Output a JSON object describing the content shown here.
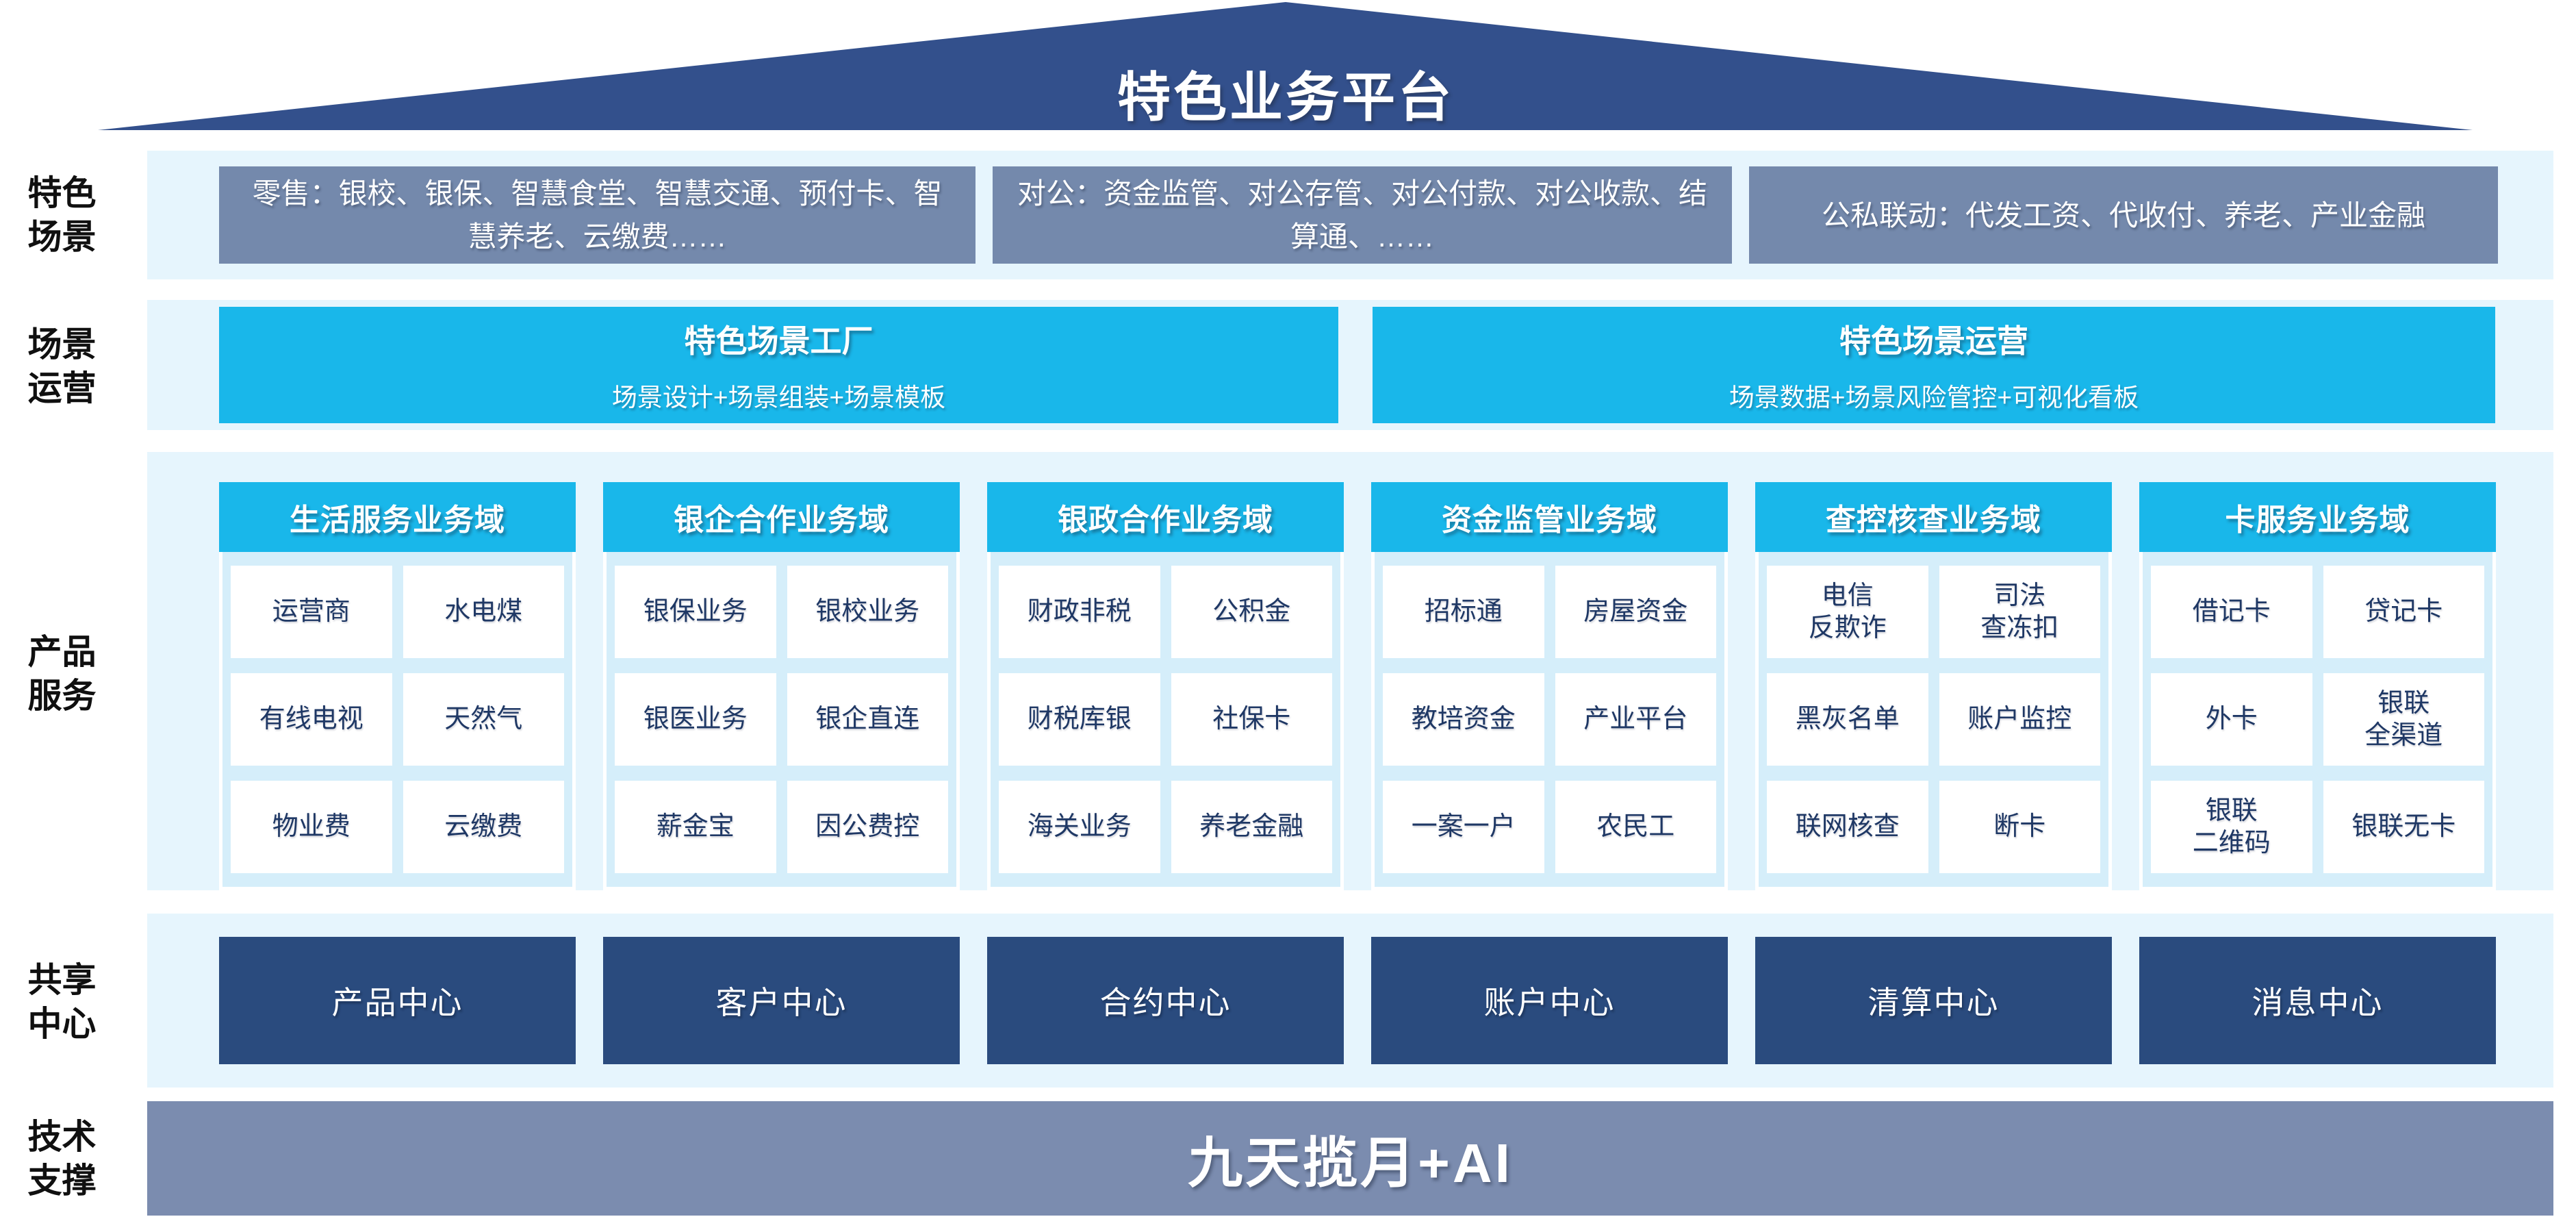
{
  "roof": {
    "title": "特色业务平台"
  },
  "side_labels": {
    "scenes": "特色\n场景",
    "operations": "场景\n运营",
    "products": "产品\n服务",
    "shared": "共享\n中心",
    "tech": "技术\n支撑"
  },
  "scenario_row": {
    "retail": "零售：银校、银保、智慧食堂、智慧交通、预付卡、智慧养老、云缴费……",
    "corporate": "对公：资金监管、对公存管、对公付款、对公收款、结算通、……",
    "linkage": "公私联动：代发工资、代收付、养老、产业金融"
  },
  "operation_row": {
    "factory": {
      "title": "特色场景工厂",
      "subtitle": "场景设计+场景组装+场景模板"
    },
    "operation": {
      "title": "特色场景运营",
      "subtitle": "场景数据+场景风险管控+可视化看板"
    }
  },
  "product_row": {
    "columns": [
      {
        "header": "生活服务业务域",
        "cells": [
          "运营商",
          "水电煤",
          "有线电视",
          "天然气",
          "物业费",
          "云缴费"
        ]
      },
      {
        "header": "银企合作业务域",
        "cells": [
          "银保业务",
          "银校业务",
          "银医业务",
          "银企直连",
          "薪金宝",
          "因公费控"
        ]
      },
      {
        "header": "银政合作业务域",
        "cells": [
          "财政非税",
          "公积金",
          "财税库银",
          "社保卡",
          "海关业务",
          "养老金融"
        ]
      },
      {
        "header": "资金监管业务域",
        "cells": [
          "招标通",
          "房屋资金",
          "教培资金",
          "产业平台",
          "一案一户",
          "农民工"
        ]
      },
      {
        "header": "查控核查业务域",
        "cells": [
          "电信\n反欺诈",
          "司法\n查冻扣",
          "黑灰名单",
          "账户监控",
          "联网核查",
          "断卡"
        ]
      },
      {
        "header": "卡服务业务域",
        "cells": [
          "借记卡",
          "贷记卡",
          "外卡",
          "银联\n全渠道",
          "银联\n二维码",
          "银联无卡"
        ]
      }
    ]
  },
  "center_row": {
    "boxes": [
      "产品中心",
      "客户中心",
      "合约中心",
      "账户中心",
      "清算中心",
      "消息中心"
    ]
  },
  "tech_row": {
    "label": "九天揽月+AI"
  },
  "colors": {
    "roof_navy": "#33508C",
    "slate_box": "#7489AC",
    "tech_bar": "#7B8CAF",
    "cyan": "#19B7EA",
    "band_background": "#E6F5FD",
    "column_body": "#D5EEFA",
    "cell_text_navy": "#1F3865",
    "center_box_navy": "#2A4B7E"
  }
}
